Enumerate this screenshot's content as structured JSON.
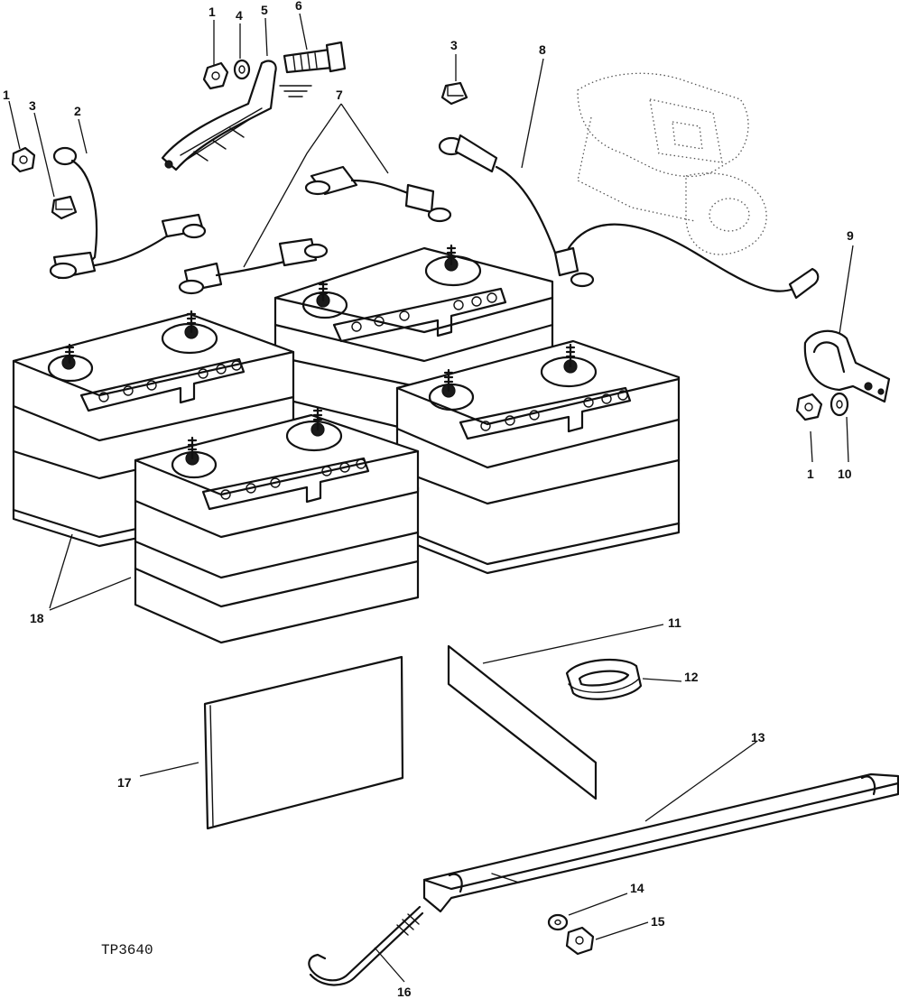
{
  "diagram": {
    "code": "TP3640",
    "callouts": {
      "c1a": "1",
      "c1b": "1",
      "c1c": "1",
      "c2": "2",
      "c3a": "3",
      "c3b": "3",
      "c4": "4",
      "c5": "5",
      "c6": "6",
      "c7": "7",
      "c8": "8",
      "c9": "9",
      "c10": "10",
      "c11": "11",
      "c12": "12",
      "c13": "13",
      "c14": "14",
      "c15": "15",
      "c16": "16",
      "c17": "17",
      "c18": "18"
    }
  }
}
